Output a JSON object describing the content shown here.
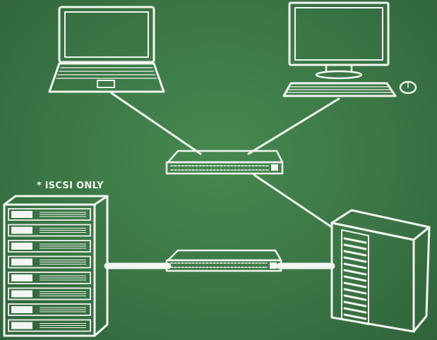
{
  "annotation": {
    "storage_note": "* iSCSI ONLY"
  },
  "nodes": [
    {
      "id": "laptop",
      "icon": "laptop-icon"
    },
    {
      "id": "desktop",
      "icon": "desktop-computer-icon"
    },
    {
      "id": "switch-top",
      "icon": "network-switch-icon"
    },
    {
      "id": "switch-bottom",
      "icon": "network-switch-icon"
    },
    {
      "id": "storage-array",
      "icon": "storage-array-icon"
    },
    {
      "id": "server",
      "icon": "tower-server-icon"
    }
  ],
  "edges": [
    {
      "from": "laptop",
      "to": "switch-top"
    },
    {
      "from": "desktop",
      "to": "switch-top"
    },
    {
      "from": "switch-top",
      "to": "server"
    },
    {
      "from": "storage-array",
      "to": "switch-bottom"
    },
    {
      "from": "switch-bottom",
      "to": "server"
    }
  ],
  "colors": {
    "board": "#3c7a47",
    "chalk": "#f2f5f1"
  }
}
